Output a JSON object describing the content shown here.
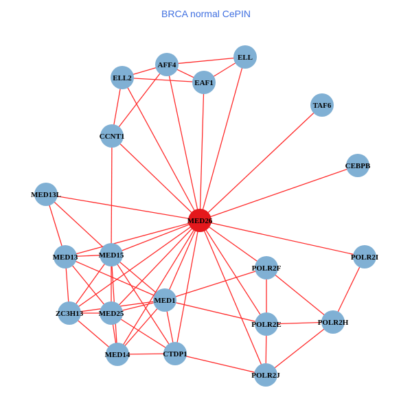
{
  "title": "BRCA normal CePIN",
  "colors": {
    "node": "#80b0d4",
    "hub": "#e4181c",
    "edge": "#ff2a2a",
    "title": "#3f6fe0"
  },
  "nodes": [
    {
      "id": "MED26",
      "hub": true
    },
    {
      "id": "AFF4"
    },
    {
      "id": "ELL2"
    },
    {
      "id": "EAF1"
    },
    {
      "id": "ELL"
    },
    {
      "id": "TAF6"
    },
    {
      "id": "CCNT1"
    },
    {
      "id": "CEBPB"
    },
    {
      "id": "MED13L"
    },
    {
      "id": "MED13"
    },
    {
      "id": "MED15"
    },
    {
      "id": "POLR2F"
    },
    {
      "id": "POLR2I"
    },
    {
      "id": "MED1"
    },
    {
      "id": "ZC3H13"
    },
    {
      "id": "MED25"
    },
    {
      "id": "POLR2E"
    },
    {
      "id": "POLR2H"
    },
    {
      "id": "MED14"
    },
    {
      "id": "CTDP1"
    },
    {
      "id": "POLR2J"
    }
  ],
  "edges": [
    [
      "AFF4",
      "ELL2"
    ],
    [
      "AFF4",
      "ELL"
    ],
    [
      "AFF4",
      "EAF1"
    ],
    [
      "ELL2",
      "EAF1"
    ],
    [
      "EAF1",
      "ELL"
    ],
    [
      "ELL2",
      "CCNT1"
    ],
    [
      "AFF4",
      "CCNT1"
    ],
    [
      "ELL2",
      "MED26"
    ],
    [
      "AFF4",
      "MED26"
    ],
    [
      "EAF1",
      "MED26"
    ],
    [
      "ELL",
      "MED26"
    ],
    [
      "CCNT1",
      "MED26"
    ],
    [
      "CCNT1",
      "MED15"
    ],
    [
      "TAF6",
      "MED26"
    ],
    [
      "CEBPB",
      "MED26"
    ],
    [
      "MED13L",
      "MED26"
    ],
    [
      "MED13L",
      "MED13"
    ],
    [
      "MED13L",
      "MED15"
    ],
    [
      "MED13",
      "MED15"
    ],
    [
      "MED13",
      "MED26"
    ],
    [
      "MED15",
      "MED26"
    ],
    [
      "MED13",
      "ZC3H13"
    ],
    [
      "MED13",
      "MED25"
    ],
    [
      "MED13",
      "MED1"
    ],
    [
      "MED15",
      "ZC3H13"
    ],
    [
      "MED15",
      "MED25"
    ],
    [
      "MED15",
      "MED14"
    ],
    [
      "MED15",
      "MED1"
    ],
    [
      "MED15",
      "CTDP1"
    ],
    [
      "ZC3H13",
      "MED25"
    ],
    [
      "ZC3H13",
      "MED1"
    ],
    [
      "ZC3H13",
      "MED26"
    ],
    [
      "ZC3H13",
      "MED14"
    ],
    [
      "MED25",
      "MED1"
    ],
    [
      "MED25",
      "MED26"
    ],
    [
      "MED25",
      "MED14"
    ],
    [
      "MED25",
      "CTDP1"
    ],
    [
      "MED1",
      "MED26"
    ],
    [
      "MED1",
      "MED14"
    ],
    [
      "MED1",
      "CTDP1"
    ],
    [
      "MED1",
      "POLR2F"
    ],
    [
      "MED1",
      "POLR2E"
    ],
    [
      "MED14",
      "MED26"
    ],
    [
      "MED14",
      "CTDP1"
    ],
    [
      "CTDP1",
      "MED26"
    ],
    [
      "CTDP1",
      "POLR2J"
    ],
    [
      "MED26",
      "POLR2F"
    ],
    [
      "MED26",
      "POLR2E"
    ],
    [
      "MED26",
      "POLR2I"
    ],
    [
      "MED26",
      "POLR2J"
    ],
    [
      "POLR2F",
      "POLR2E"
    ],
    [
      "POLR2F",
      "POLR2H"
    ],
    [
      "POLR2E",
      "POLR2H"
    ],
    [
      "POLR2E",
      "POLR2J"
    ],
    [
      "POLR2H",
      "POLR2J"
    ],
    [
      "POLR2I",
      "POLR2H"
    ]
  ]
}
